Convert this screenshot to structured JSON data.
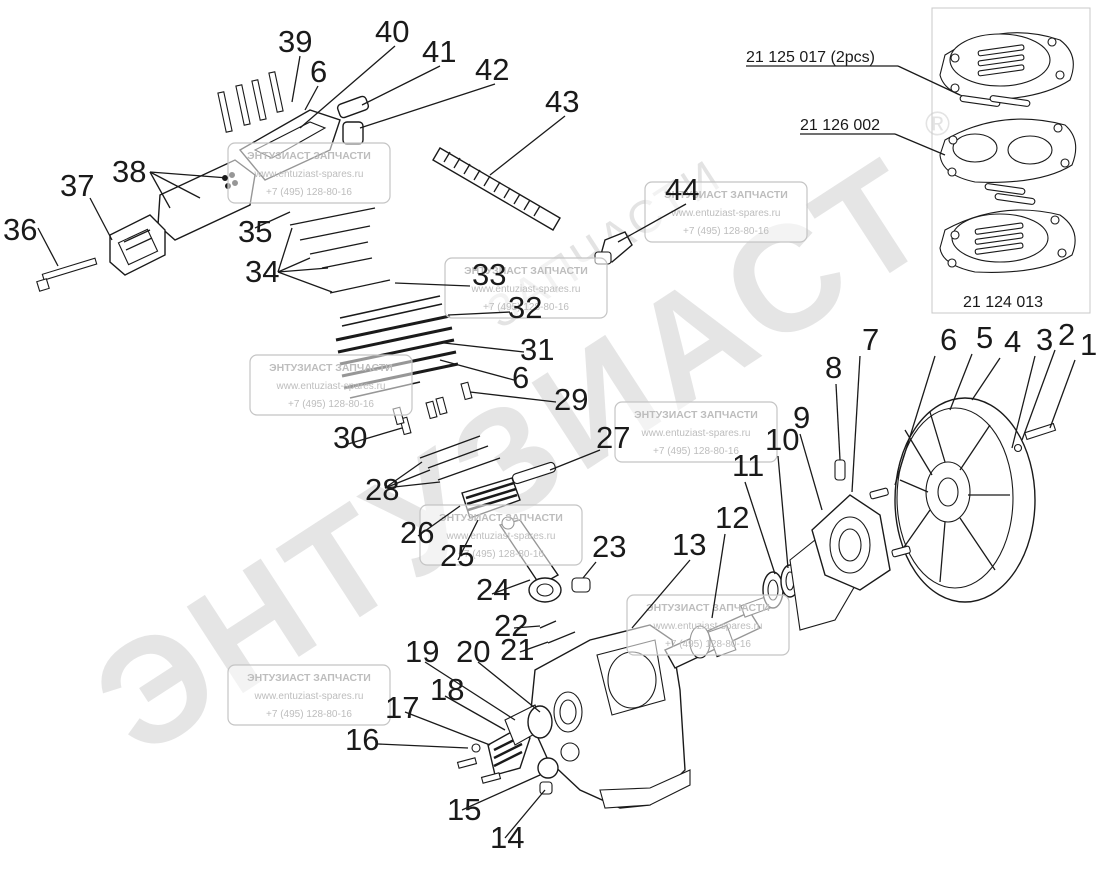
{
  "watermark": {
    "brand": "ЭНТУЗИАСТ",
    "sub": "ЗАПЧАСТИ",
    "reg": "®"
  },
  "stamp": {
    "title": "ЭНТУЗИАСТ ЗАПЧАСТИ",
    "url": "www.entuziast-spares.ru",
    "phone": "+7 (495) 128-80-16"
  },
  "gasket_codes": {
    "top": "21 125 017 (2pcs)",
    "middle": "21 126 002",
    "bottom": "21 124 013"
  },
  "callouts": [
    "1",
    "2",
    "3",
    "4",
    "5",
    "6",
    "7",
    "8",
    "9",
    "10",
    "11",
    "12",
    "13",
    "14",
    "15",
    "16",
    "17",
    "18",
    "19",
    "20",
    "21",
    "22",
    "23",
    "24",
    "25",
    "26",
    "27",
    "28",
    "29",
    "30",
    "31",
    "32",
    "33",
    "34",
    "35",
    "36",
    "37",
    "38",
    "39",
    "40",
    "41",
    "42",
    "43",
    "44"
  ]
}
